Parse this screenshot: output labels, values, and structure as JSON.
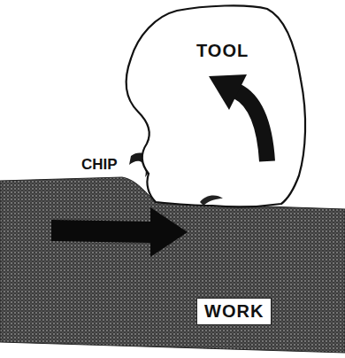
{
  "diagram": {
    "nodes": [
      {
        "text": [
          "TOOL"
        ]
      },
      {
        "text": [
          "WORK"
        ]
      }
    ],
    "labels": [
      "CHIP"
    ]
  }
}
